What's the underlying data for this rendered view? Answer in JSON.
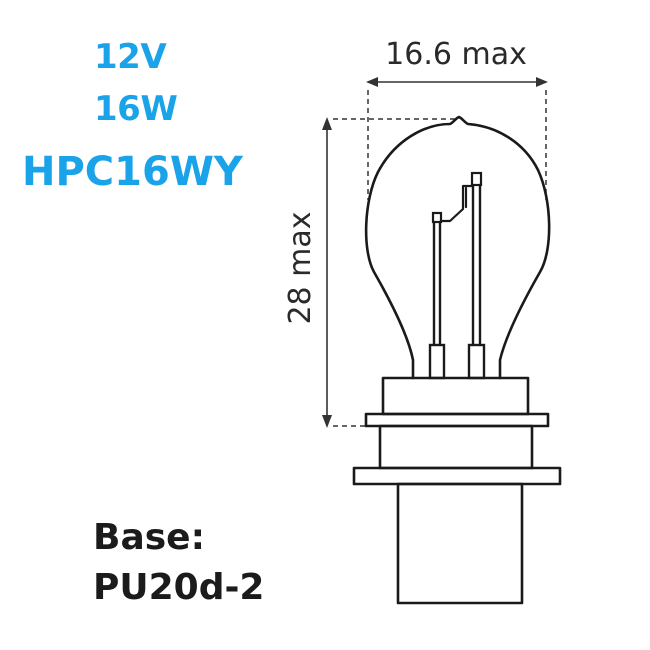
{
  "specs": {
    "voltage": "12V",
    "wattage": "16W",
    "model": "HPC16WY"
  },
  "base": {
    "label": "Base:",
    "value": "PU20d-2"
  },
  "dimensions": {
    "width": "16.6 max",
    "height": "28 max"
  },
  "colors": {
    "accent": "#1aa3e8",
    "text": "#1b1b1b",
    "line": "#1a1a1a"
  }
}
